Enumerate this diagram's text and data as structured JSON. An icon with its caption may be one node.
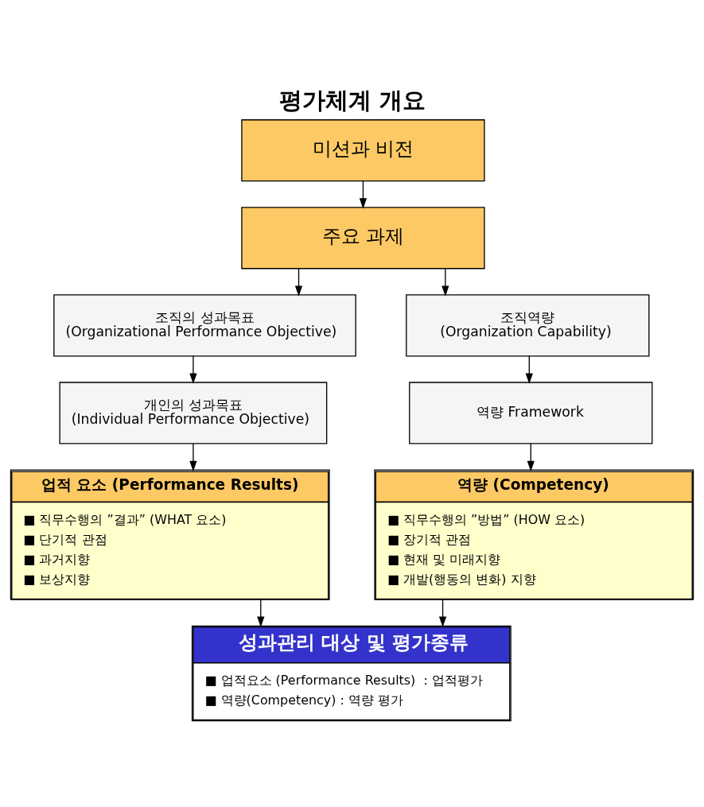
{
  "diagram": {
    "title": "평가체계 개요",
    "nodes": [
      {
        "text": [
          "미션과 비전"
        ]
      },
      {
        "text": [
          "주요 과제"
        ]
      },
      {
        "text": [
          "조직의 성과목표",
          "(Organizational Performance Objective)"
        ]
      },
      {
        "text": [
          "조직역량",
          "(Organization Capability)"
        ]
      },
      {
        "text": [
          "개인의 성과목표",
          "(Individual Performance Objective)"
        ]
      },
      {
        "text": [
          "역량 Framework"
        ]
      },
      {
        "text": [
          "업적 요소 (Performance Results)",
          "■ 직무수행의 ”결과” (WHAT 요소)",
          "■ 단기적 관점",
          "■ 과거지향",
          "■ 보상지향"
        ]
      },
      {
        "text": [
          "역량 (Competency)",
          "■ 직무수행의 ”방법” (HOW 요소)",
          "■ 장기적 관점",
          "■ 현재 및 미래지향",
          "■ 개발(행동의 변화) 지향"
        ]
      },
      {
        "text": [
          "성과관리 대상 및 평가종류",
          "■ 업적요소 (Performance Results)  : 업적평가",
          "■ 역량(Competency) : 역량 평가"
        ]
      }
    ],
    "edges": [
      {
        "from": 0,
        "to": 1,
        "arrow": "to"
      },
      {
        "from": 1,
        "to": 2,
        "arrow": "to"
      },
      {
        "from": 1,
        "to": 3,
        "arrow": "to"
      },
      {
        "from": 2,
        "to": 4,
        "arrow": "to"
      },
      {
        "from": 3,
        "to": 5,
        "arrow": "to"
      },
      {
        "from": 4,
        "to": 6,
        "arrow": "to"
      },
      {
        "from": 5,
        "to": 7,
        "arrow": "to"
      },
      {
        "from": 6,
        "to": 8,
        "arrow": "to"
      },
      {
        "from": 7,
        "to": 8,
        "arrow": "to"
      }
    ]
  }
}
